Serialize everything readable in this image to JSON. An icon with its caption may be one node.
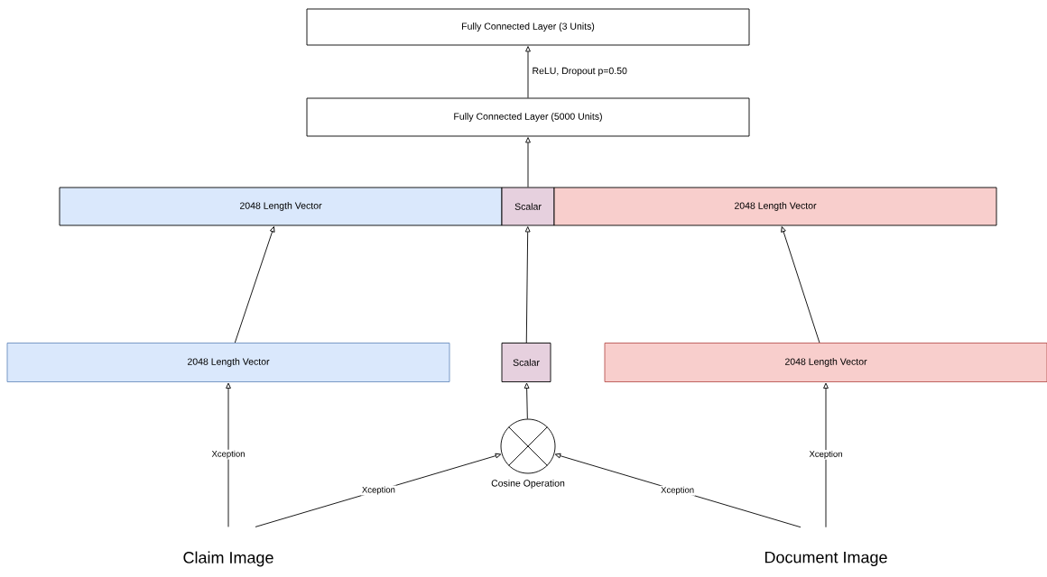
{
  "diagram": {
    "nodes": [
      {
        "text": [
          "Fully Connected Layer (3 Units)"
        ]
      },
      {
        "text": [
          "Fully Connected Layer (5000 Units)"
        ]
      },
      {
        "text": [
          "2048 Length Vector"
        ]
      },
      {
        "text": [
          "Scalar"
        ]
      },
      {
        "text": [
          "2048 Length Vector"
        ]
      },
      {
        "text": [
          "2048 Length Vector"
        ]
      },
      {
        "text": [
          "Scalar"
        ]
      },
      {
        "text": [
          "2048 Length Vector"
        ]
      },
      {
        "text": [],
        "shape": "circle",
        "beside": [
          "Cosine Operation"
        ]
      },
      {
        "text": [
          "Claim Image"
        ]
      },
      {
        "text": [
          "Document Image"
        ]
      }
    ],
    "edges": [
      {
        "from": 1,
        "to": 0,
        "arrow": "to",
        "label": "ReLU, Dropout p=0.50"
      },
      {
        "from": 3,
        "to": 1,
        "arrow": "to"
      },
      {
        "from": 5,
        "to": 2,
        "arrow": "to"
      },
      {
        "from": 6,
        "to": 3,
        "arrow": "to"
      },
      {
        "from": 7,
        "to": 4,
        "arrow": "to"
      },
      {
        "from": 8,
        "to": 6,
        "arrow": "to"
      },
      {
        "from": 9,
        "to": 5,
        "arrow": "to",
        "label": "Xception"
      },
      {
        "from": 9,
        "to": 8,
        "arrow": "to",
        "label": "Xception"
      },
      {
        "from": 10,
        "to": 8,
        "arrow": "to",
        "label": "Xception"
      },
      {
        "from": 10,
        "to": 7,
        "arrow": "to",
        "label": "Xception"
      }
    ]
  }
}
